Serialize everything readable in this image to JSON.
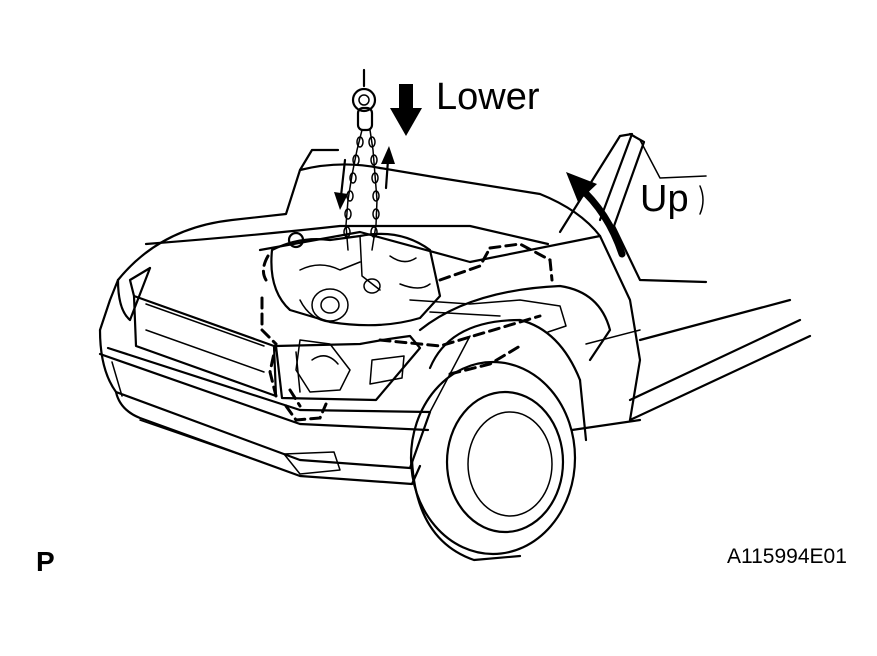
{
  "labels": {
    "lower": "Lower",
    "up": "Up",
    "view_marker": "P",
    "figure_code": "A115994E01"
  },
  "colors": {
    "line": "#000000",
    "background": "#ffffff"
  },
  "icons": [
    "hoist-hook-icon",
    "lower-arrow-icon",
    "up-arrow-icon",
    "chain-up-arrow-icon",
    "chain-down-arrow-icon"
  ]
}
